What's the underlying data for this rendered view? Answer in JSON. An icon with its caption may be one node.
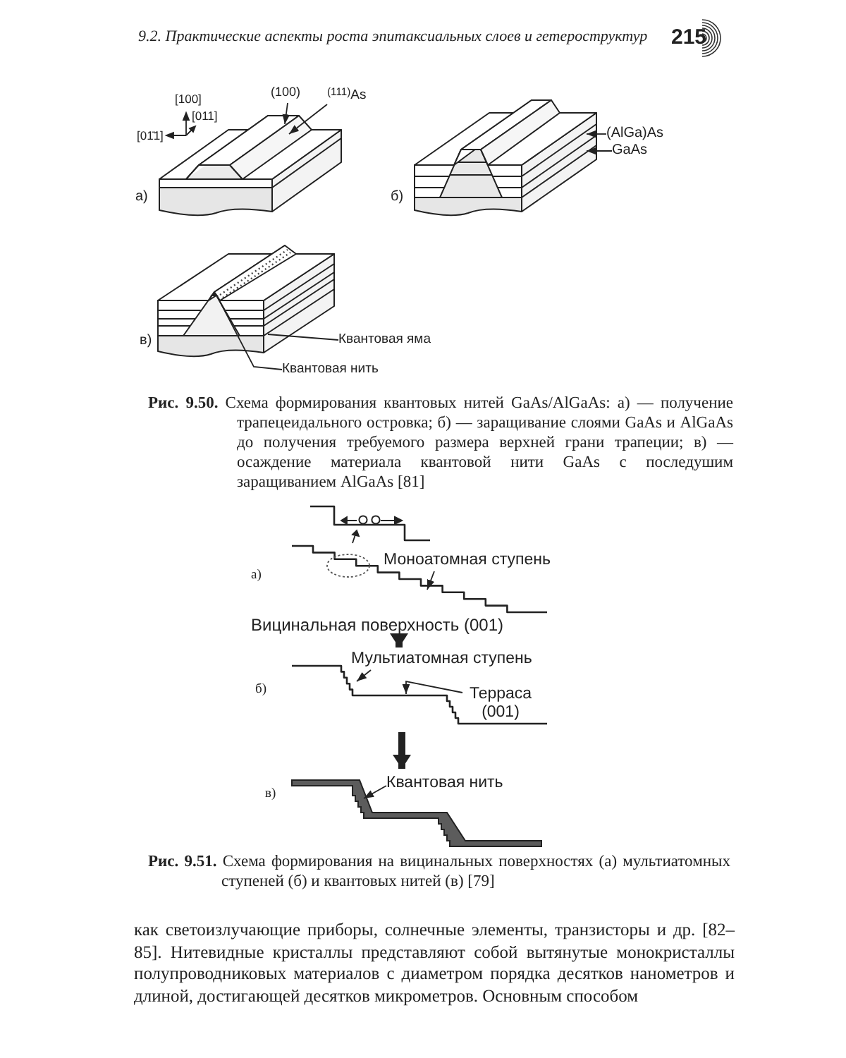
{
  "diagram": {
    "nodes": [
      {
        "text": [],
        "shape": "picture"
      },
      {
        "text": [
          "(100)"
        ]
      },
      {
        "text": [
          "$^{(111)}$As"
        ]
      },
      {
        "text": [],
        "shape": "picture"
      },
      {
        "text": [
          "(AlGa)As"
        ]
      },
      {
        "text": [
          "GaAs"
        ]
      },
      {
        "text": [],
        "shape": "picture"
      },
      {
        "text": [
          "Квантовая яма"
        ]
      },
      {
        "text": [
          "Квантовая нить"
        ]
      },
      {
        "text": [],
        "shape": "picture",
        "beside": [
          "Вицинальная поверхность (001)"
        ]
      },
      {
        "text": [
          "Моноатомная ступень"
        ],
        "in": 9
      },
      {
        "text": [],
        "shape": "picture"
      },
      {
        "text": [
          "Мультиатомная ступень"
        ],
        "in": 11
      },
      {
        "text": [
          "Терраса (001)"
        ],
        "in": 11
      },
      {
        "text": [],
        "shape": "picture"
      },
      {
        "text": [
          "Квантовая нить"
        ],
        "in": 14
      }
    ],
    "edges": [
      {
        "from": 1,
        "to": 0,
        "arrow": "to"
      },
      {
        "from": 2,
        "to": 0,
        "arrow": "to"
      },
      {
        "from": 4,
        "to": 3,
        "arrow": "to"
      },
      {
        "from": 5,
        "to": 3,
        "arrow": "to"
      },
      {
        "from": 7,
        "to": 6,
        "arrow": "none"
      },
      {
        "from": 8,
        "to": 6,
        "arrow": "none"
      },
      {
        "from": 10,
        "to": 9,
        "arrow": "to"
      },
      {
        "from": 9,
        "to": 11,
        "arrow": "to",
        "style": "thick"
      },
      {
        "from": 12,
        "to": 11,
        "arrow": "to"
      },
      {
        "from": 13,
        "to": 11,
        "arrow": "to"
      },
      {
        "from": 11,
        "to": 14,
        "arrow": "to",
        "style": "thick"
      },
      {
        "from": 15,
        "to": 14,
        "arrow": "to"
      }
    ],
    "labels": [
      "9.2. Практические аспекты роста эпитаксиальных слоев и гетероструктур",
      "215",
      "[100]",
      "[011]",
      "[01̄1]",
      "а)",
      "б)",
      "в)",
      "**Рис. 9.50.** Схема формирования квантовых нитей GaAs/AlGaAs: а) — получение трапецеидального островка; б) — заращивание слоями GaAs и AlGaAs до получения требуемого размера верхней грани трапеции; в) — осаждение материала квантовой нити GaAs с последушим заращиванием AlGaAs [81]",
      "а)",
      "б)",
      "в)",
      "**Рис. 9.51.** Схема формирования на вицинальных поверхностях (а) мультиатомных ступеней (б) и квантовых нитей (в) [79]",
      "как светоизлучающие приборы, солнечные элементы, транзисторы и др. [82–85]. Нитевидные кристаллы представляют собой вытянутые монокристаллы полупроводниковых материалов с диаметром порядка десятков нанометров и длиной, достигающей десятков микрометров. Основным способом"
    ]
  }
}
